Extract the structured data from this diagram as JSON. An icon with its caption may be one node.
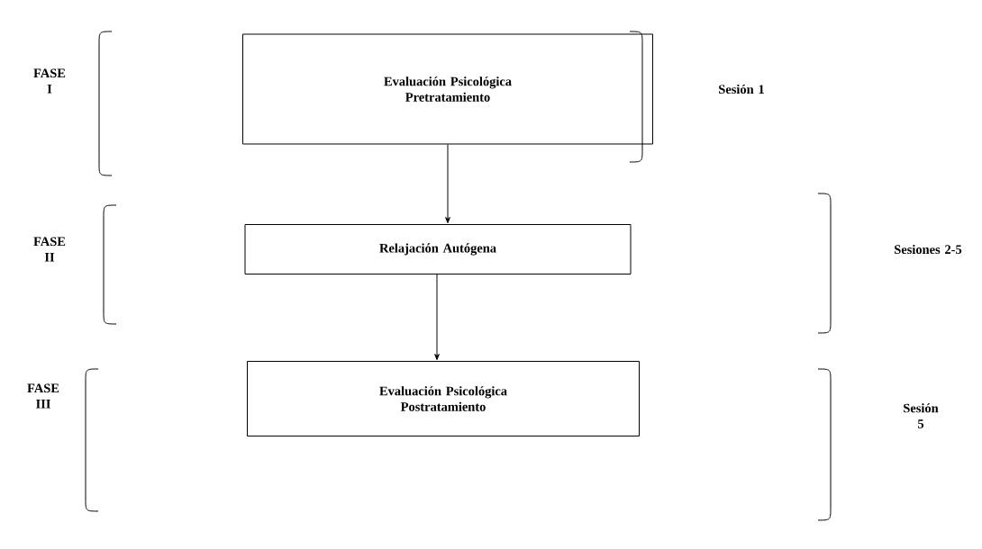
{
  "diagram": {
    "nodes": [
      {
        "text": [
          "Evaluación Psicológica Pretratamiento"
        ]
      },
      {
        "text": [
          "Relajación Autógena"
        ]
      },
      {
        "text": [
          "Evaluación Psicológica Postratamiento"
        ]
      }
    ],
    "edges": [
      {
        "from": 0,
        "to": 1,
        "arrow": "to"
      },
      {
        "from": 1,
        "to": 2,
        "arrow": "to"
      }
    ],
    "labels": [
      "FASE I",
      "Sesión 1",
      "FASE II",
      "Sesiones 2-5",
      "FASE III",
      "Sesión 5"
    ]
  }
}
